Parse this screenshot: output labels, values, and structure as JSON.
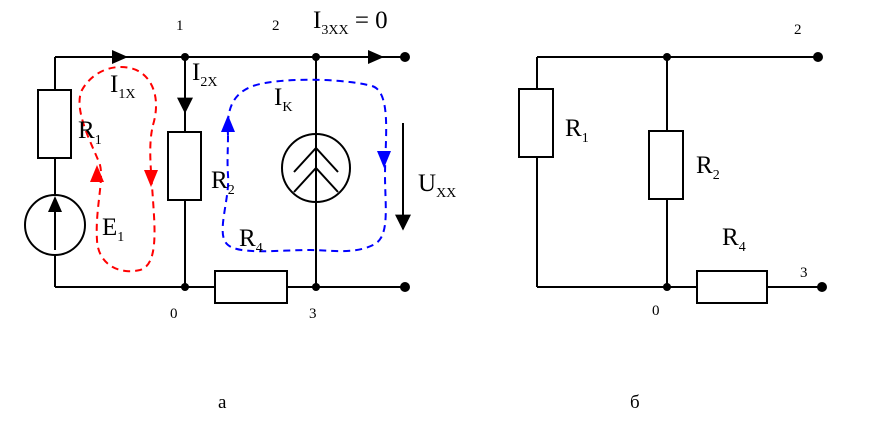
{
  "diagram_a": {
    "caption": "а",
    "nodes": {
      "n1": "1",
      "n2": "2",
      "n0": "0",
      "n3": "3"
    },
    "r1": {
      "letter": "R",
      "sub": "1"
    },
    "r2": {
      "letter": "R",
      "sub": "2"
    },
    "r4": {
      "letter": "R",
      "sub": "4"
    },
    "e1": {
      "letter": "E",
      "sub": "1"
    },
    "i1x": {
      "letter": "I",
      "sub": "1X"
    },
    "i2x": {
      "letter": "I",
      "sub": "2X"
    },
    "ik": {
      "letter": "I",
      "sub": "K"
    },
    "i3xx": {
      "letter": "I",
      "sub": "3XX",
      "suffix": " = 0"
    },
    "uxx": {
      "letter": "U",
      "sub": "XX"
    }
  },
  "diagram_b": {
    "caption": "б",
    "nodes": {
      "n2": "2",
      "n3": "3",
      "n0": "0"
    },
    "r1": {
      "letter": "R",
      "sub": "1"
    },
    "r2": {
      "letter": "R",
      "sub": "2"
    },
    "r4": {
      "letter": "R",
      "sub": "4"
    }
  },
  "colors": {
    "wire": "#000000",
    "loop_left": "#ff0000",
    "loop_right": "#0000ff"
  }
}
